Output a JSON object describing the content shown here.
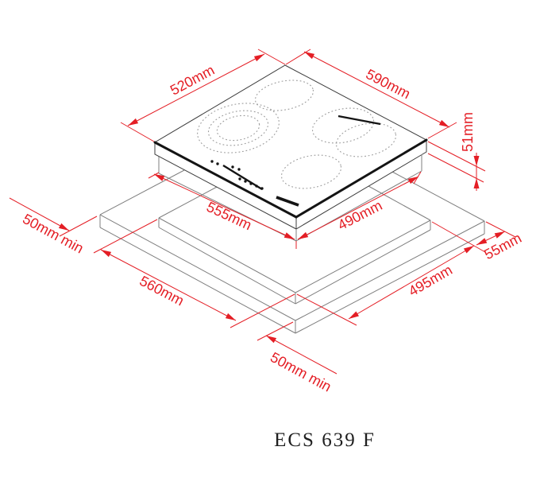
{
  "diagram": {
    "model_label": "ECS 639 F",
    "colors": {
      "dimension_red": "#e41e25",
      "hob_outline": "#3c3c3c",
      "counter_lines": "#7f7f7f",
      "burner_lines": "#9b9b9b"
    },
    "dimensions": {
      "hob_depth": "520mm",
      "hob_width": "590mm",
      "hob_height": "51mm",
      "body_width": "555mm",
      "body_depth": "490mm",
      "cutout_width": "560mm",
      "cutout_depth": "495mm",
      "right_edge_distance": "55mm",
      "left_wall_clearance": "50mm min",
      "front_wall_clearance": "50mm min"
    }
  }
}
